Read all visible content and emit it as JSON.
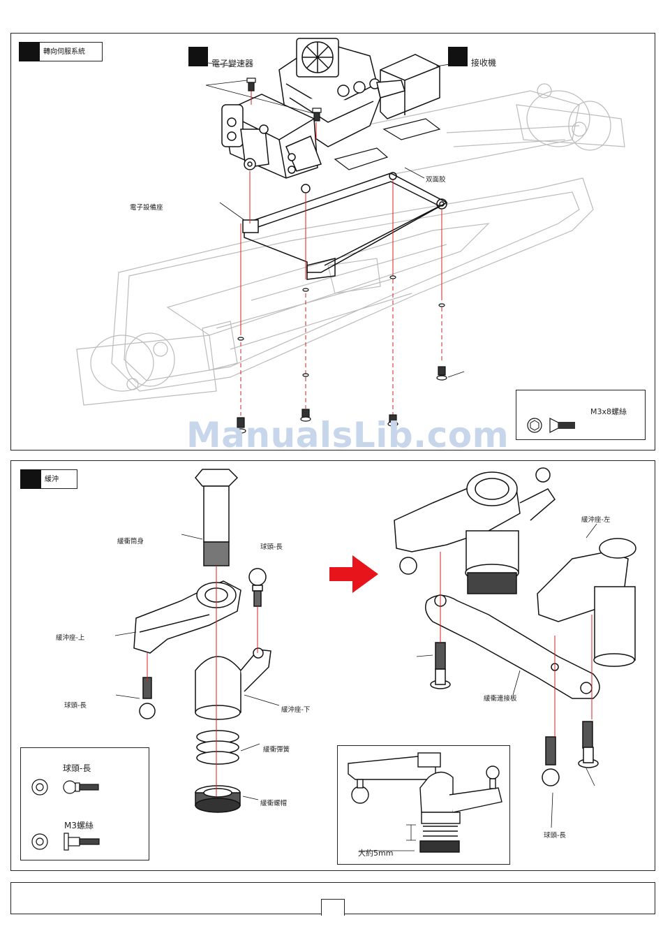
{
  "panel1": {
    "section_title": "轉向伺服系統",
    "labels": {
      "esc": "電子變速器",
      "receiver": "接收機",
      "double_sided_tape": "双面胶",
      "electronics_mount": "電子設備座"
    },
    "legend": {
      "screw": "M3x8螺絲"
    }
  },
  "watermark": "ManualsLib.com",
  "panel2": {
    "section_title": "緩沖",
    "labels": {
      "shock_body": "緩衝筒身",
      "ball_head_long_1": "球頭-長",
      "shock_mount_upper": "緩沖座-上",
      "ball_head_long_2": "球頭-長",
      "shock_mount_lower": "緩沖座-下",
      "shock_spring": "緩衝彈簧",
      "shock_nut": "緩衝螺帽",
      "shock_mount_left": "緩沖座-左",
      "shock_link_plate": "緩衝連接板",
      "ball_head_long_3": "球頭-長"
    },
    "legend": {
      "ball_head": "球頭-長",
      "screw": "M3螺絲"
    },
    "detail": {
      "gap": "大約5mm"
    }
  },
  "colors": {
    "arrow": "#e8141b",
    "guide": "#d42020",
    "watermark": "#c7d6ea"
  }
}
